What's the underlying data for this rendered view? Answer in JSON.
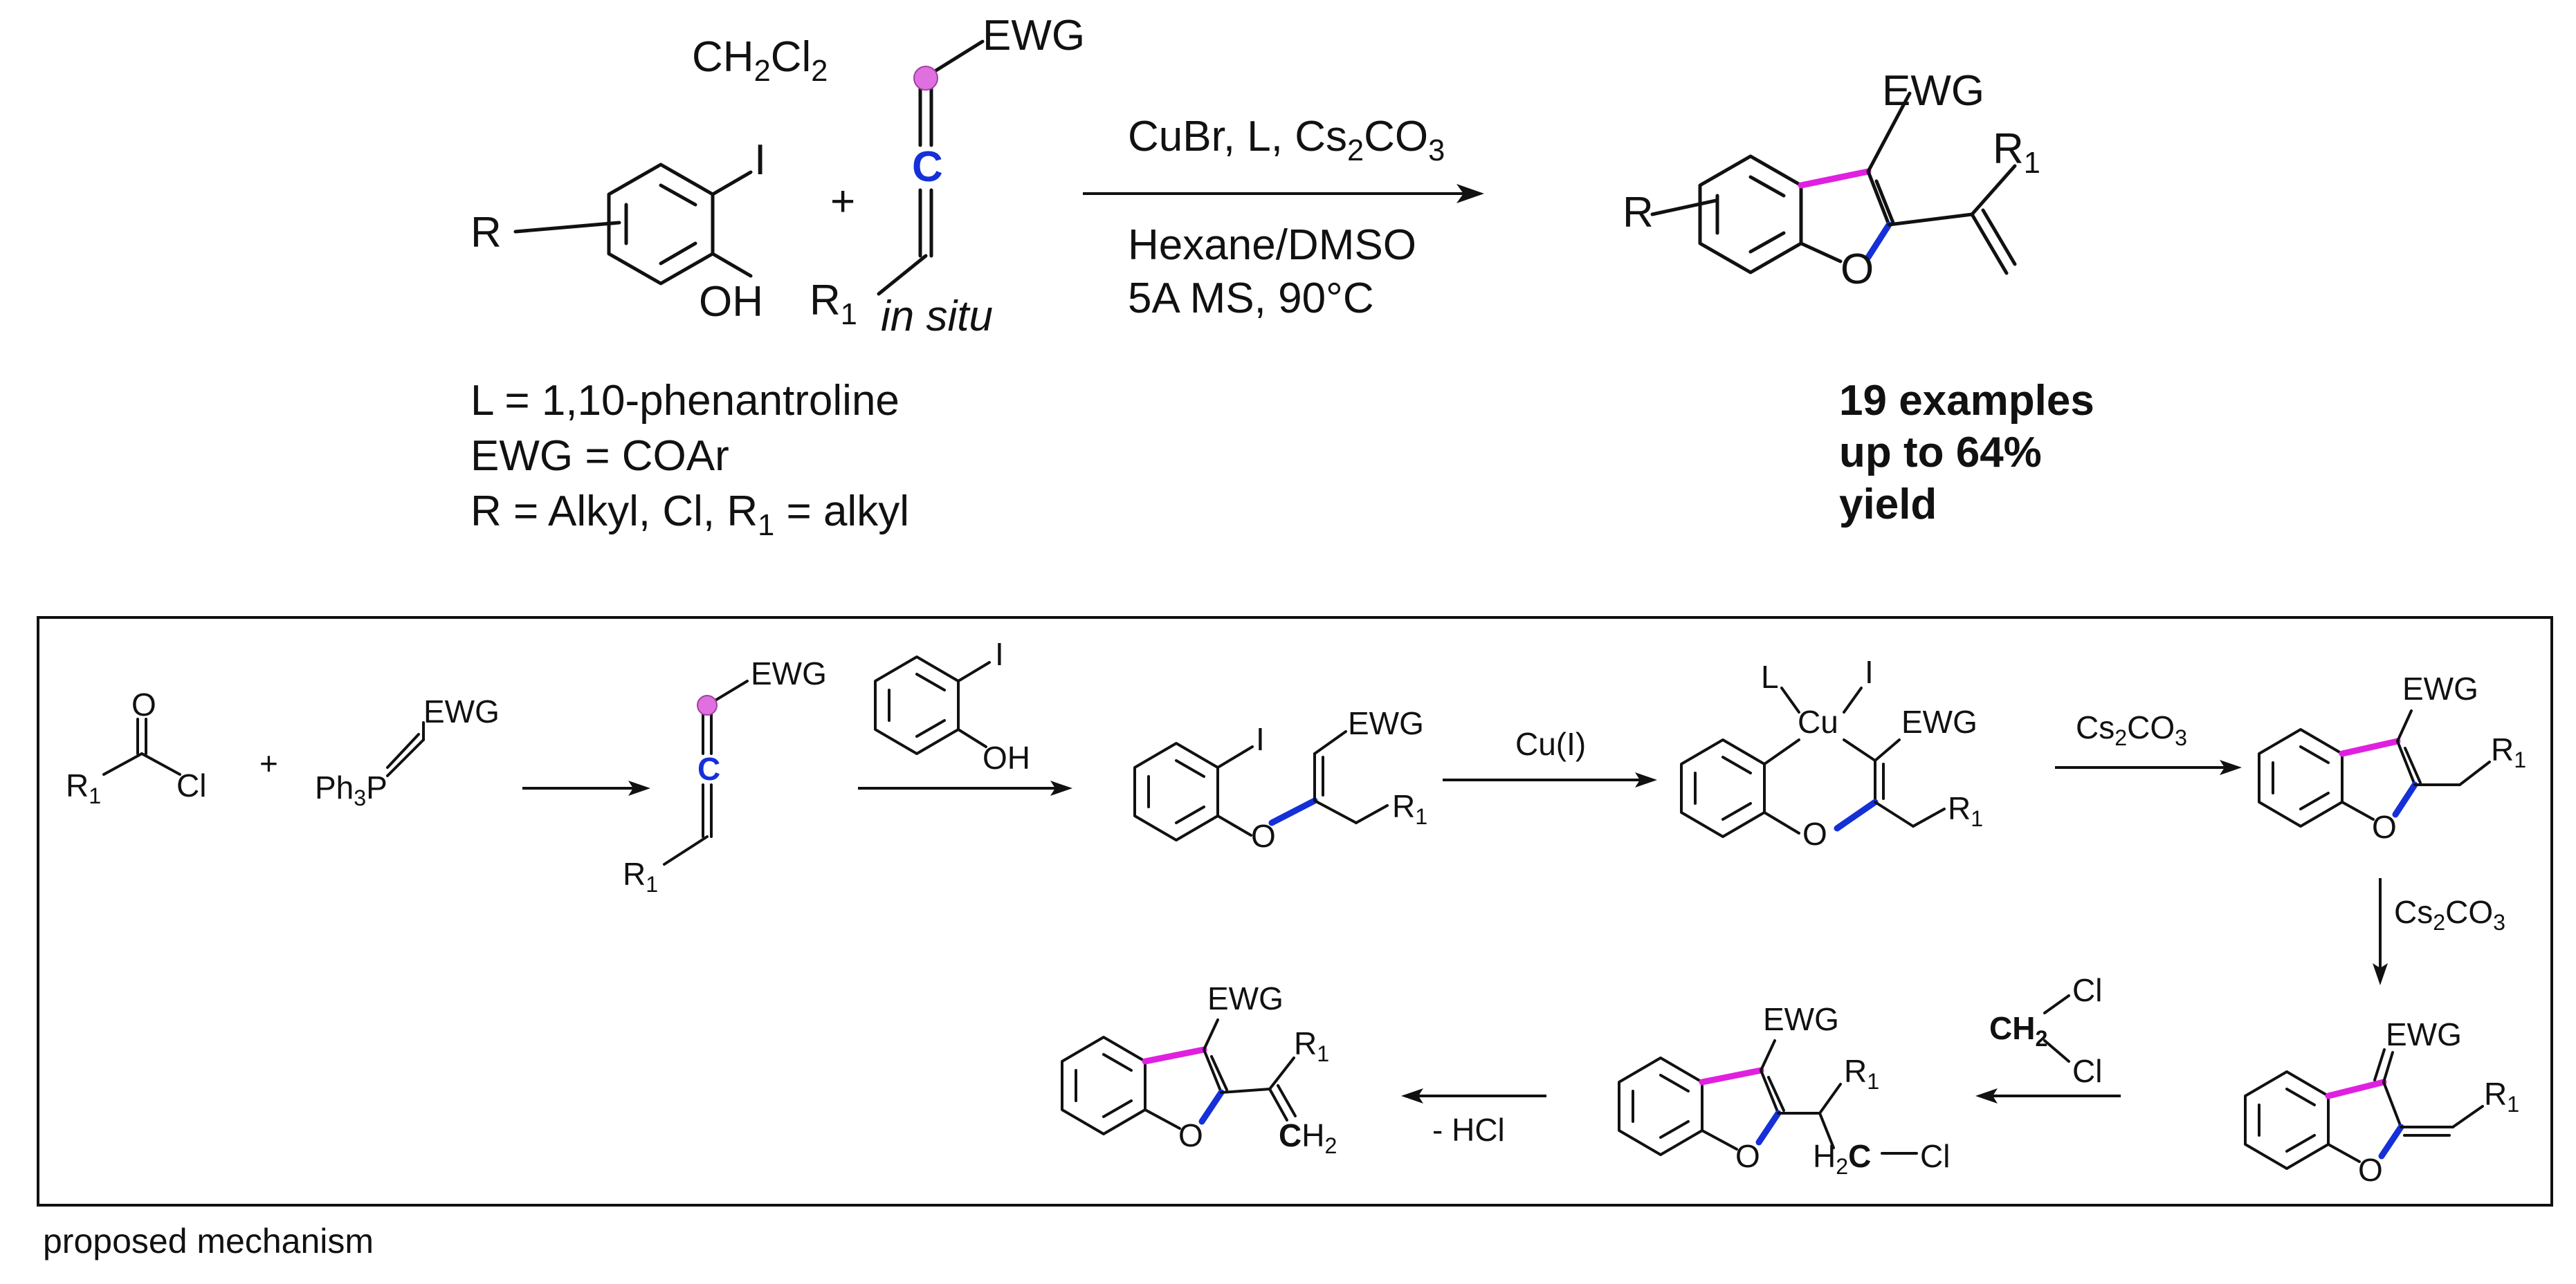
{
  "colors": {
    "highlight_pink": "#e020e0",
    "highlight_blue": "#1530d8",
    "allene_center": "#1530d8",
    "carbene_dot": "#e070e0"
  },
  "top": {
    "solvent_label": "CH2Cl2",
    "plus": "+",
    "reactant1": {
      "subst_R": "R",
      "iodo": "I",
      "hydroxy": "OH"
    },
    "allene": {
      "ewg": "EWG",
      "center_c": "C",
      "r1": "R1",
      "note": "in situ"
    },
    "conditions_line1": "CuBr, L, Cs2CO3",
    "conditions_line2": "Hexane/DMSO",
    "conditions_line3": "5A MS, 90°C",
    "definitions": [
      "L = 1,10-phenantroline",
      "EWG =  COAr",
      "R = Alkyl, Cl, R1 = alkyl"
    ],
    "product": {
      "ewg": "EWG",
      "r1": "R1",
      "subst_R": "R",
      "oxygen": "O"
    },
    "summary": [
      "19 examples",
      "up to 64%",
      "yield"
    ]
  },
  "mechanism": {
    "caption": "proposed mechanism",
    "acid_chloride": {
      "r1": "R1",
      "carbonyl_o": "O",
      "cl": "Cl"
    },
    "plus": "+",
    "ylide": {
      "ewg": "EWG",
      "ph3p": "Ph3P"
    },
    "allene": {
      "ewg": "EWG",
      "center_c": "C",
      "r1": "R1"
    },
    "iodophenol": {
      "iodo": "I",
      "hydroxy": "OH"
    },
    "vinyl_ether": {
      "iodo": "I",
      "ewg": "EWG",
      "oxygen": "O",
      "r1": "R1"
    },
    "step_cu": "Cu(I)",
    "cu_complex": {
      "l": "L",
      "i": "I",
      "cu": "Cu",
      "ewg": "EWG",
      "oxygen": "O",
      "r1": "R1"
    },
    "step_base1": "Cs2CO3",
    "benzofuran_alkyl": {
      "ewg": "EWG",
      "r1": "R1",
      "oxygen": "O"
    },
    "step_base2": "Cs2CO3",
    "alkylidene": {
      "ewg": "EWG",
      "r1": "R1",
      "oxygen": "O"
    },
    "dcm_reagent": {
      "cl_top": "Cl",
      "ch2": "CH2",
      "cl_bottom": "Cl"
    },
    "chloro_adduct": {
      "ewg": "EWG",
      "r1": "R1",
      "oxygen": "O",
      "h2c": "H2C",
      "cl": "Cl"
    },
    "step_hcl": "- HCl",
    "final_product": {
      "ewg": "EWG",
      "r1": "R1",
      "oxygen": "O",
      "ch2": "CH2"
    }
  }
}
